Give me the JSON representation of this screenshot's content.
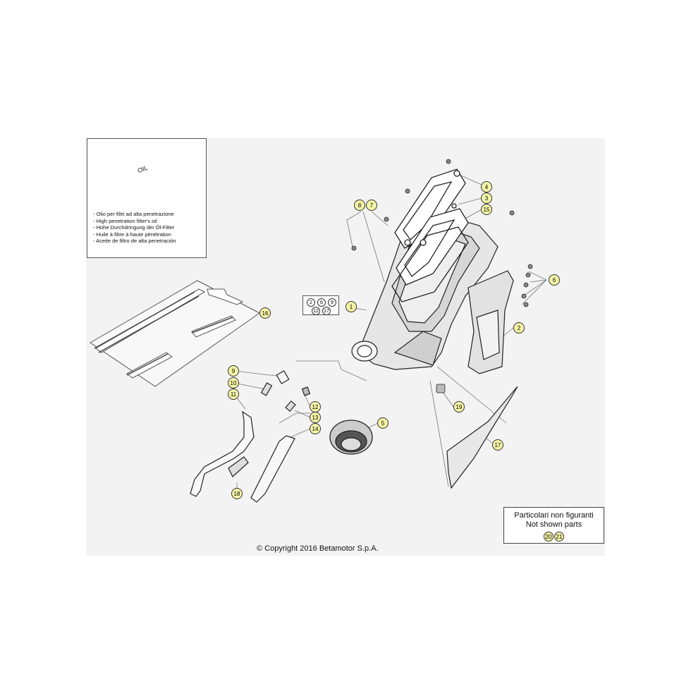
{
  "info_box": {
    "container_label": "OIL",
    "lines": [
      "- Olio per filtri ad alta penetrazione",
      "- High penetration filter's oil",
      "- Hohe Durchdringung der Öl-Filter",
      "- Huile à filtre à haute pénétration",
      "- Aceite de filtro de alta penetración"
    ]
  },
  "not_shown": {
    "title": "Particolari non figuranti",
    "subtitle": "Not shown parts",
    "parts": [
      "20",
      "21"
    ]
  },
  "group_box": {
    "parts": [
      "2",
      "6",
      "9",
      "12",
      "17"
    ]
  },
  "callouts": [
    "1",
    "2",
    "3",
    "4",
    "5",
    "6",
    "7",
    "8",
    "9",
    "10",
    "11",
    "12",
    "13",
    "14",
    "15",
    "16",
    "17",
    "18",
    "19"
  ],
  "copyright": "© Copyright 2016 Betamotor S.p.A."
}
